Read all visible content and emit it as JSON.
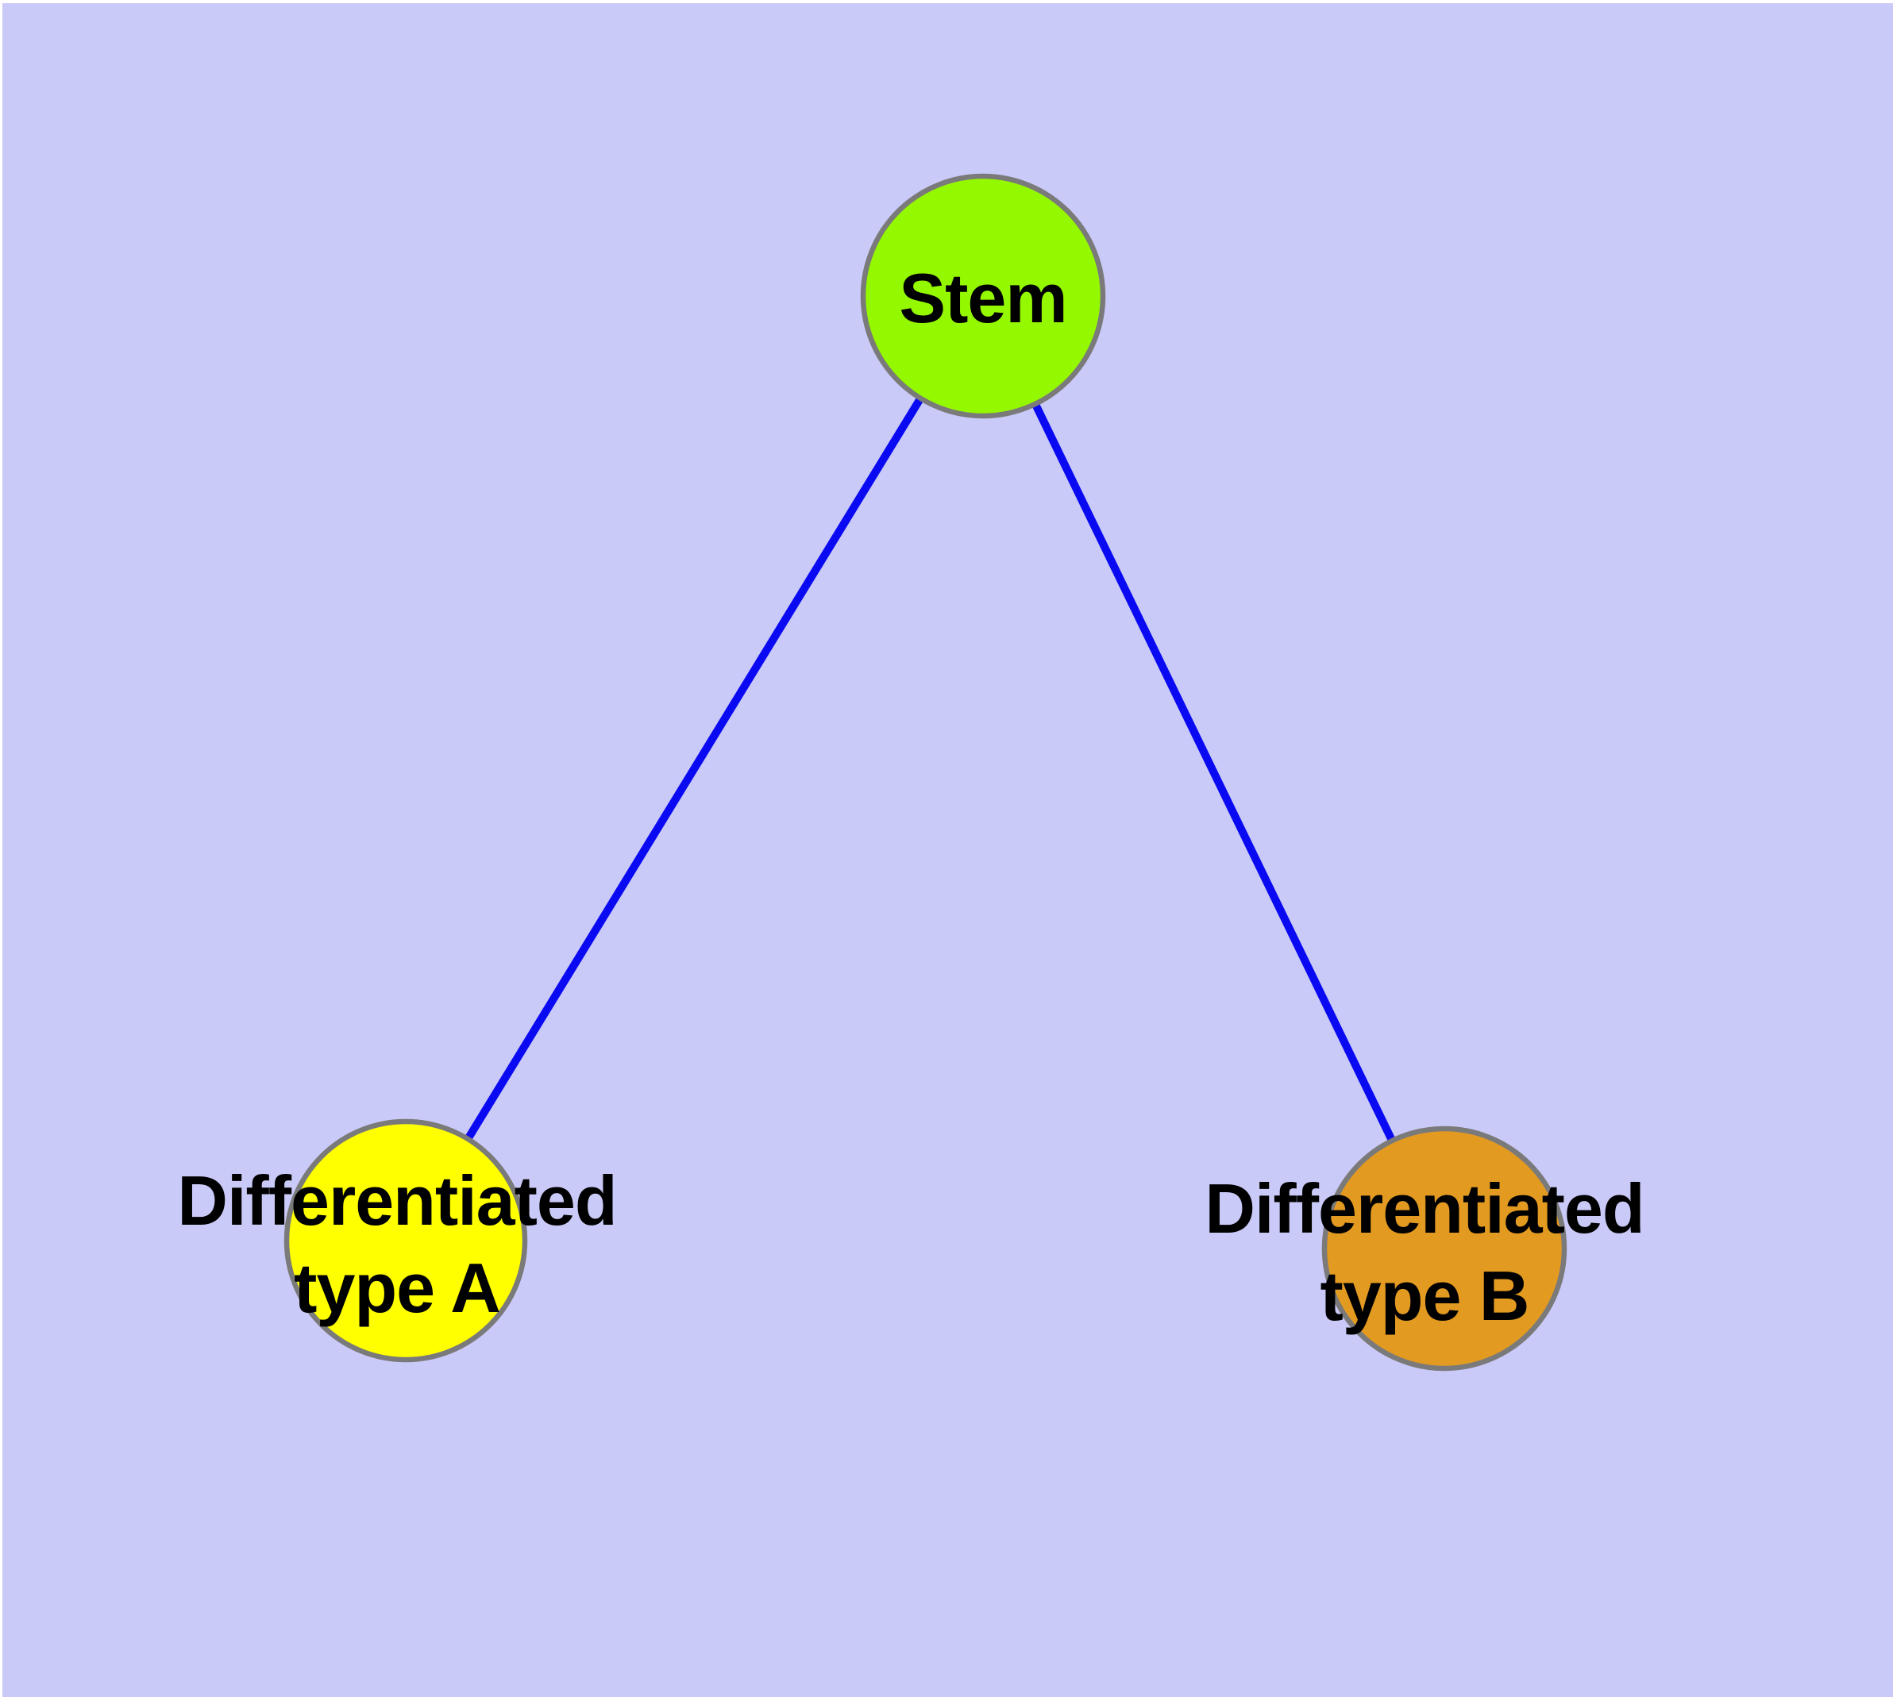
{
  "diagram": {
    "background_color": "#CACAF8",
    "edge_color": "#0A0AF2",
    "node_border_color": "#7A7A7A",
    "label_color": "#000000",
    "nodes": [
      {
        "id": "stem",
        "label": "Stem",
        "fill": "#94F801"
      },
      {
        "id": "differentiated-type-a",
        "label": "Differentiated type A",
        "label_line1": "Differentiated",
        "label_line2": "type A",
        "fill": "#FFFF00"
      },
      {
        "id": "differentiated-type-b",
        "label": "Differentiated type B",
        "label_line1": "Differentiated",
        "label_line2": "type B",
        "fill": "#E39A21"
      }
    ],
    "edges": [
      {
        "from": "Stem",
        "to": "Differentiated type A"
      },
      {
        "from": "Stem",
        "to": "Differentiated type B"
      }
    ]
  }
}
